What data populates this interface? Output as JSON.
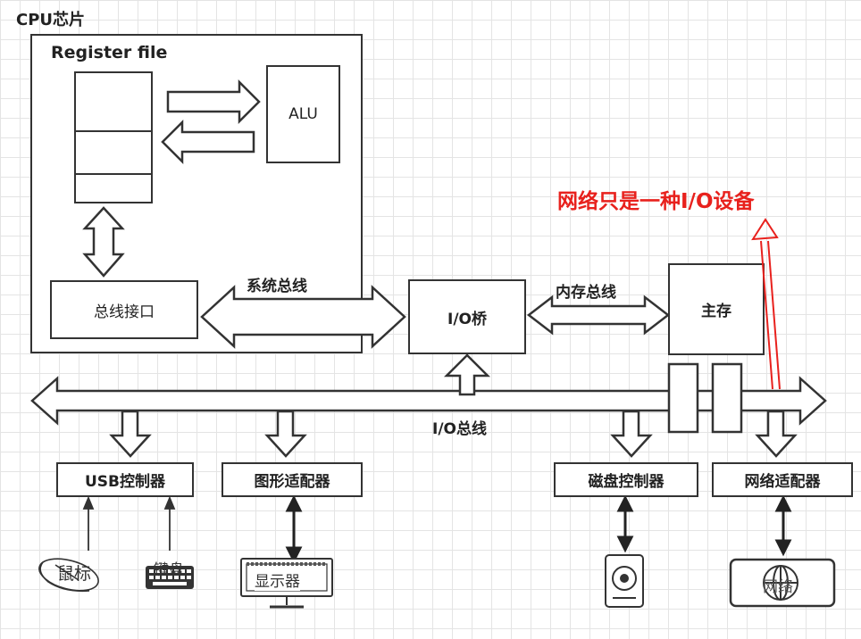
{
  "cpu": {
    "title": "CPU芯片",
    "register_file": "Register file",
    "alu": "ALU",
    "bus_interface": "总线接口"
  },
  "buses": {
    "system_bus": "系统总线",
    "memory_bus": "内存总线",
    "io_bus": "I/O总线"
  },
  "io_bridge": "I/O桥",
  "main_memory": "主存",
  "controllers": {
    "usb": "USB控制器",
    "graphics": "图形适配器",
    "disk": "磁盘控制器",
    "network": "网络适配器"
  },
  "devices": {
    "mouse": "鼠标",
    "keyboard": "键盘",
    "monitor": "显示器",
    "network": "网络"
  },
  "annotation": {
    "text": "网络只是一种I/O设备",
    "color": "#e8211d"
  }
}
